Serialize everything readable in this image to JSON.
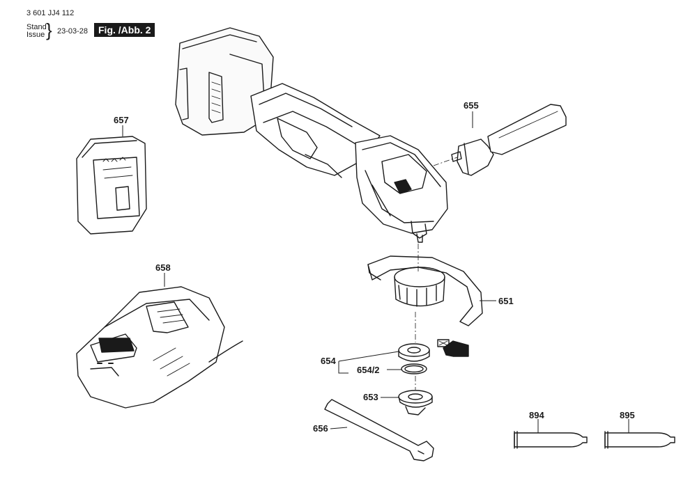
{
  "header": {
    "doc_number": "3 601 JJ4 112",
    "stand_label": "Stand",
    "issue_label": "Issue",
    "date": "23-03-28",
    "figure_label": "Fig. /Abb. 2"
  },
  "parts": {
    "p651": "651",
    "p653": "653",
    "p654": "654",
    "p654_2": "654/2",
    "p655": "655",
    "p656": "656",
    "p657": "657",
    "p658": "658",
    "p894": "894",
    "p895": "895"
  }
}
